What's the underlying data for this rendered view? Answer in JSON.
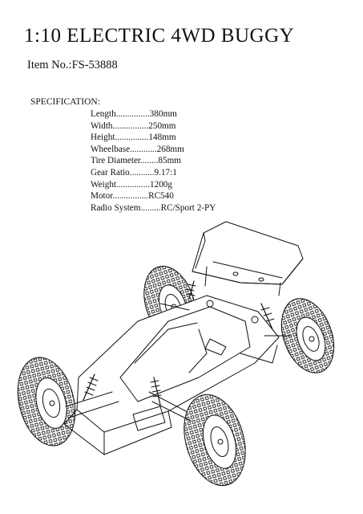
{
  "document": {
    "title": "1:10 ELECTRIC 4WD BUGGY",
    "item_no": "Item No.:FS-53888",
    "spec_heading": "SPECIFICATION:",
    "specs": [
      {
        "label": "Length...............",
        "value": "380mm"
      },
      {
        "label": "Width................",
        "value": "250mm"
      },
      {
        "label": "Height...............",
        "value": "148mm"
      },
      {
        "label": "Wheelbase............",
        "value": "268mm"
      },
      {
        "label": "Tire Diameter........",
        "value": "85mm"
      },
      {
        "label": "Gear Ratio...........",
        "value": "9.17:1"
      },
      {
        "label": "Weight...............",
        "value": "1200g"
      },
      {
        "label": "Motor................",
        "value": "RC540"
      },
      {
        "label": "Radio System.........",
        "value": "RC/Sport 2-PY"
      }
    ]
  },
  "illustration": {
    "icon": "rc-buggy-line-drawing"
  }
}
